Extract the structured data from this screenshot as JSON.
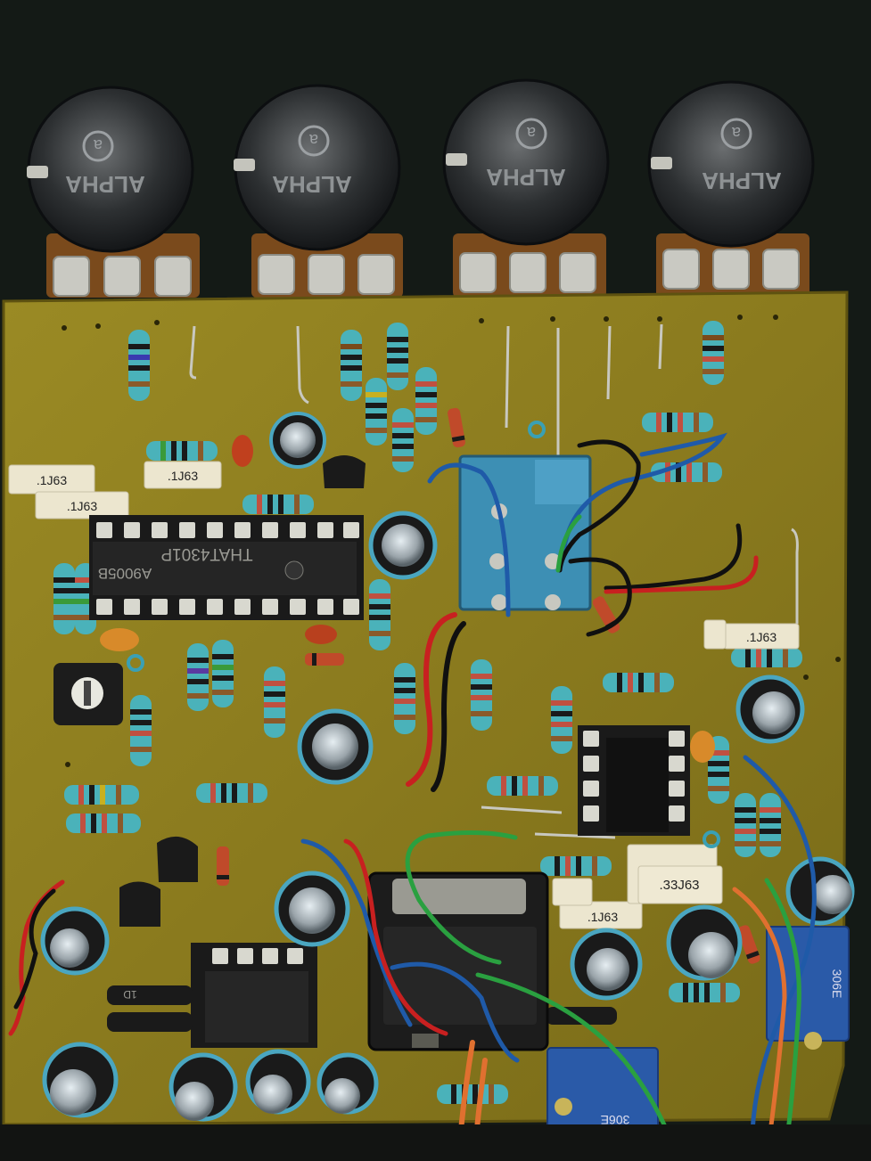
{
  "photo": {
    "subject": "hand-built analog circuit board (PCB) with four potentiometers on top edge",
    "background_color": "#141a16",
    "board_color": "#8a7a1e",
    "board_edge_color": "#6d5f12"
  },
  "potentiometers": {
    "brand": "ALPHA",
    "logo_letter": "a",
    "count": 4
  },
  "ic_main": {
    "line1": "THAT4301P",
    "line2": "A9005B"
  },
  "capacitor_labels": {
    "c1": ".1J63",
    "c2": ".1J63",
    "c3": ".1J63",
    "c4": ".1J63",
    "c5": ".1J63",
    "c6": ".33J63"
  },
  "diode_label": "1D",
  "trimmer_labels": {
    "t1": "306E",
    "t2": "306E"
  }
}
